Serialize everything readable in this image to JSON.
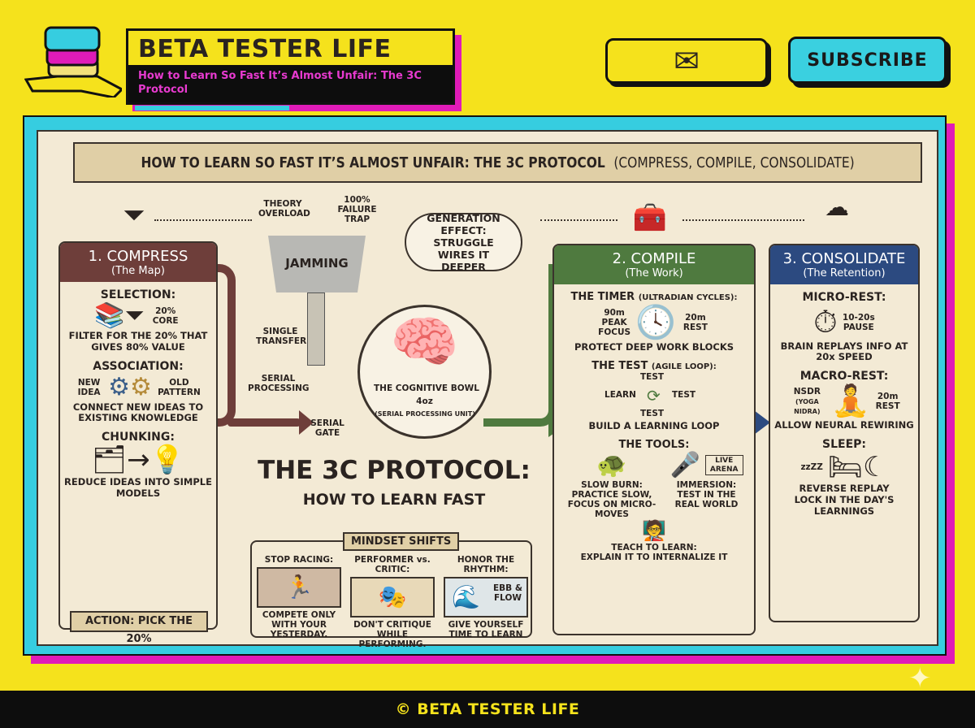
{
  "header": {
    "brand": "BETA TESTER LIFE",
    "subtitle": "How to Learn So Fast It’s Almost Unfair: The 3C Protocol",
    "mail_icon": "envelope-icon",
    "subscribe_label": "SUBSCRIBE"
  },
  "colors": {
    "background": "#f5e21c",
    "cyan": "#36cde0",
    "magenta": "#e01bb8",
    "compress": "#6e3e3a",
    "compile": "#4f7a3f",
    "consolidate": "#2c4a80",
    "paper": "#f3ead5"
  },
  "infographic": {
    "title": "HOW TO LEARN SO FAST IT’S ALMOST UNFAIR: THE 3C PROTOCOL",
    "title_paren": "(COMPRESS, COMPILE, CONSOLIDATE)",
    "compress": {
      "title": "1. COMPRESS",
      "subtitle": "(The Map)",
      "selection": "SELECTION:",
      "core": "20% CORE",
      "selection_text": "FILTER FOR THE 20% THAT GIVES 80% VALUE",
      "association": "ASSOCIATION:",
      "new_idea": "NEW IDEA",
      "old_pattern": "OLD PATTERN",
      "association_text": "CONNECT NEW IDEAS TO EXISTING KNOWLEDGE",
      "chunking": "CHUNKING:",
      "chunking_text": "REDUCE IDEAS INTO SIMPLE MODELS",
      "action": "ACTION: PICK THE 20%"
    },
    "center": {
      "theory_overload": "THEORY OVERLOAD",
      "failure_trap": "100% FAILURE TRAP",
      "jamming": "JAMMING",
      "single_transfer": "SINGLE TRANSFER",
      "serial_processing": "SERIAL PROCESSING",
      "serial_gate": "SERIAL GATE",
      "bowl": "THE COGNITIVE BOWL",
      "bowl_size": "4oz",
      "bowl_sub": "(SERIAL PROCESSING UNIT)",
      "thought": "GENERATION EFFECT: STRUGGLE WIRES IT DEEPER",
      "main_title": "THE 3C PROTOCOL:",
      "main_sub": "HOW TO LEARN FAST"
    },
    "mindset": {
      "title": "MINDSET SHIFTS",
      "items": [
        {
          "heading": "STOP RACING:",
          "caption": "COMPETE ONLY WITH YOUR YESTERDAY.",
          "icon": "runner-icon"
        },
        {
          "heading": "PERFORMER vs. CRITIC:",
          "caption": "DON'T CRITIQUE WHILE PERFORMING.",
          "icon": "performer-icon"
        },
        {
          "heading": "HONOR THE RHYTHM:",
          "caption": "GIVE YOURSELF TIME TO LEARN",
          "icon": "wave-icon",
          "label": "EBB & FLOW"
        }
      ]
    },
    "compile": {
      "title": "2. COMPILE",
      "subtitle": "(The Work)",
      "timer": "THE TIMER",
      "timer_paren": "(ULTRADIAN CYCLES):",
      "focus": "90m PEAK FOCUS",
      "rest": "20m REST",
      "timer_text": "PROTECT DEEP WORK BLOCKS",
      "test": "THE TEST",
      "test_paren": "(AGILE LOOP):",
      "loop": [
        "TEST",
        "TEST",
        "TEST",
        "LEARN"
      ],
      "test_text": "BUILD A LEARNING LOOP",
      "tools": "THE TOOLS:",
      "slow_burn": "SLOW BURN:",
      "slow_burn_text": "PRACTICE SLOW, FOCUS ON MICRO-MOVES",
      "live_arena": "LIVE ARENA",
      "immersion": "IMMERSION:",
      "immersion_text": "TEST IN THE REAL WORLD",
      "teach": "TEACH TO LEARN:",
      "teach_text": "EXPLAIN IT TO INTERNALIZE IT"
    },
    "consolidate": {
      "title": "3. CONSOLIDATE",
      "subtitle": "(The Retention)",
      "micro": "MICRO-REST:",
      "pause": "10-20s PAUSE",
      "micro_text": "BRAIN REPLAYS INFO AT 20x SPEED",
      "macro": "MACRO-REST:",
      "nsdr": "NSDR",
      "yoga": "(YOGA NIDRA)",
      "macro_rest": "20m REST",
      "macro_text": "ALLOW NEURAL REWIRING",
      "sleep": "SLEEP:",
      "zzz": "zzZZ",
      "sleep_text1": "REVERSE REPLAY",
      "sleep_text2": "LOCK IN THE DAY'S LEARNINGS"
    }
  },
  "footer": {
    "text": "© BETA TESTER LIFE"
  }
}
